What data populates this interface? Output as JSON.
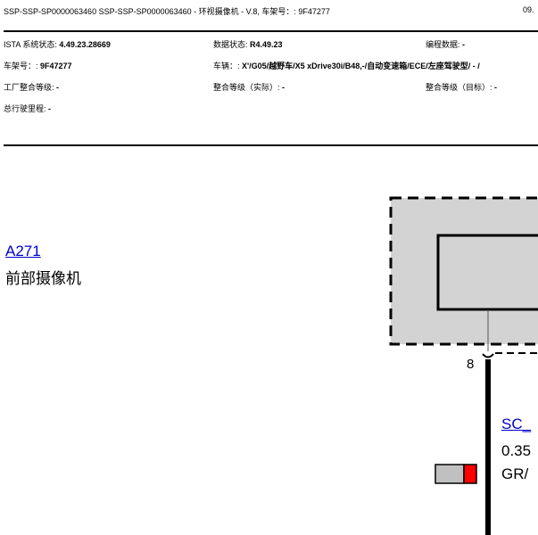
{
  "header": {
    "title": "SSP-SSP-SP0000063460 SSP-SSP-SP0000063460 - 环视摄像机 - V.8, 车架号：: 9F47277",
    "date": "09."
  },
  "info": {
    "ista_label": "ISTA 系统状态: ",
    "ista_value": "4.49.23.28669",
    "data_status_label": "数据状态: ",
    "data_status_value": "R4.49.23",
    "program_data_label": "编程数据: ",
    "program_data_value": "-",
    "vin_label": "车架号：: ",
    "vin_value": "9F47277",
    "vehicle_label": "车辆：: ",
    "vehicle_value": "X'/G05/越野车/X5 xDrive30i/B48,-/自动变速箱/ECE/左座驾驶型/ - /",
    "factory_level_label": "工厂整合等级: ",
    "factory_level_value": "-",
    "actual_level_label": "整合等级（实际）: ",
    "actual_level_value": "-",
    "target_level_label": "整合等级（目标）: ",
    "target_level_value": "-",
    "mileage_label": "总行驶里程: ",
    "mileage_value": "-"
  },
  "diagram": {
    "component_id": "A271",
    "component_name": "前部摄像机",
    "pin_number": "8",
    "connector_link": "SC_",
    "wire_size": "0.35",
    "wire_color": "GR/",
    "colors": {
      "box_fill": "#d3d3d3",
      "link": "#0000cc",
      "plug_red": "#ff0000",
      "plug_grey": "#c0c0c0"
    }
  }
}
